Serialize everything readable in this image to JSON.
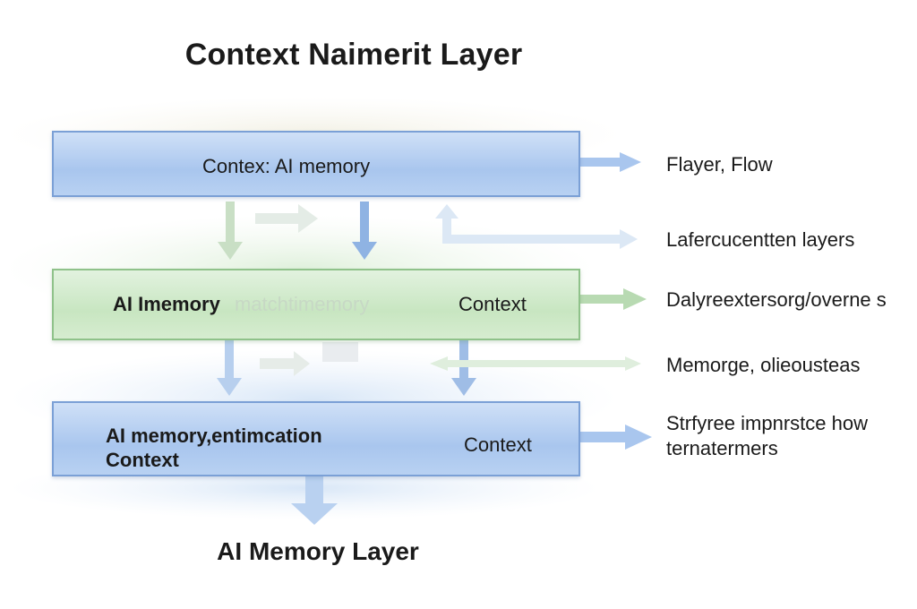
{
  "diagram": {
    "title": "Context Naimerit Layer",
    "bottom_title": "AI Memory Layer",
    "layers": [
      {
        "label": "Contex: AI  memory"
      },
      {
        "label_left": "AI Imemory",
        "label_faint": "matchtimemory",
        "label_right": "Context"
      },
      {
        "label_left_line1": "AI memory,entimcation",
        "label_left_line2": "Context",
        "label_right": "Context"
      }
    ],
    "side_labels": [
      "Flayer, Flow",
      "Lafercucentten layers",
      "Dalyreextersorg/overne s",
      "Memorge,  olieousteas",
      "Strfyree impnrstce how",
      "ternatermers"
    ],
    "colors": {
      "blue_fill": "#a9c6ee",
      "green_fill": "#c8e6c1",
      "arrow_blue": "#8fb3e3",
      "arrow_green": "#a9cfa4"
    }
  }
}
